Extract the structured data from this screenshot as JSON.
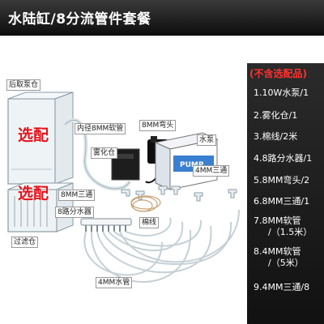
{
  "header": {
    "title": "水陆缸/8分流管件套餐"
  },
  "sidebar": {
    "heading": "(不含选配品)",
    "items": [
      {
        "text": "1.10W水泵/1"
      },
      {
        "text": "2.雾化仓/1"
      },
      {
        "text": "3.棉线/2米"
      },
      {
        "text": "4.8路分水器/1"
      },
      {
        "text": "5.8MM弯头/2"
      },
      {
        "text": "6.8MM三通/1"
      },
      {
        "text": "7.8MM软管",
        "sub": "/（1.5米）"
      },
      {
        "text": "8.4MM软管",
        "sub": "/（5米）"
      },
      {
        "text": "9.4MM三通/8"
      }
    ]
  },
  "labels": {
    "rear_pump_box": "后取泵仓",
    "hose_8mm_inner": "内径8MM软管",
    "elbow_8mm": "8MM弯头",
    "pump": "水泵",
    "mist_box": "雾化仓",
    "tee_4mm": "4MM三通",
    "tee_8mm": "8MM三通",
    "splitter_8": "8路分水器",
    "cotton": "棉线",
    "filter_box": "过滤仓",
    "hose_4mm": "4MM水管",
    "optional_1": "选配",
    "optional_2": "选配",
    "pump_box_text": "PUMP"
  },
  "colors": {
    "header_bg": "#111111",
    "accent_red": "#e4131b",
    "sidebar_bg": "#1c1c1c",
    "pump_box_blue": "#3a7fd0"
  }
}
